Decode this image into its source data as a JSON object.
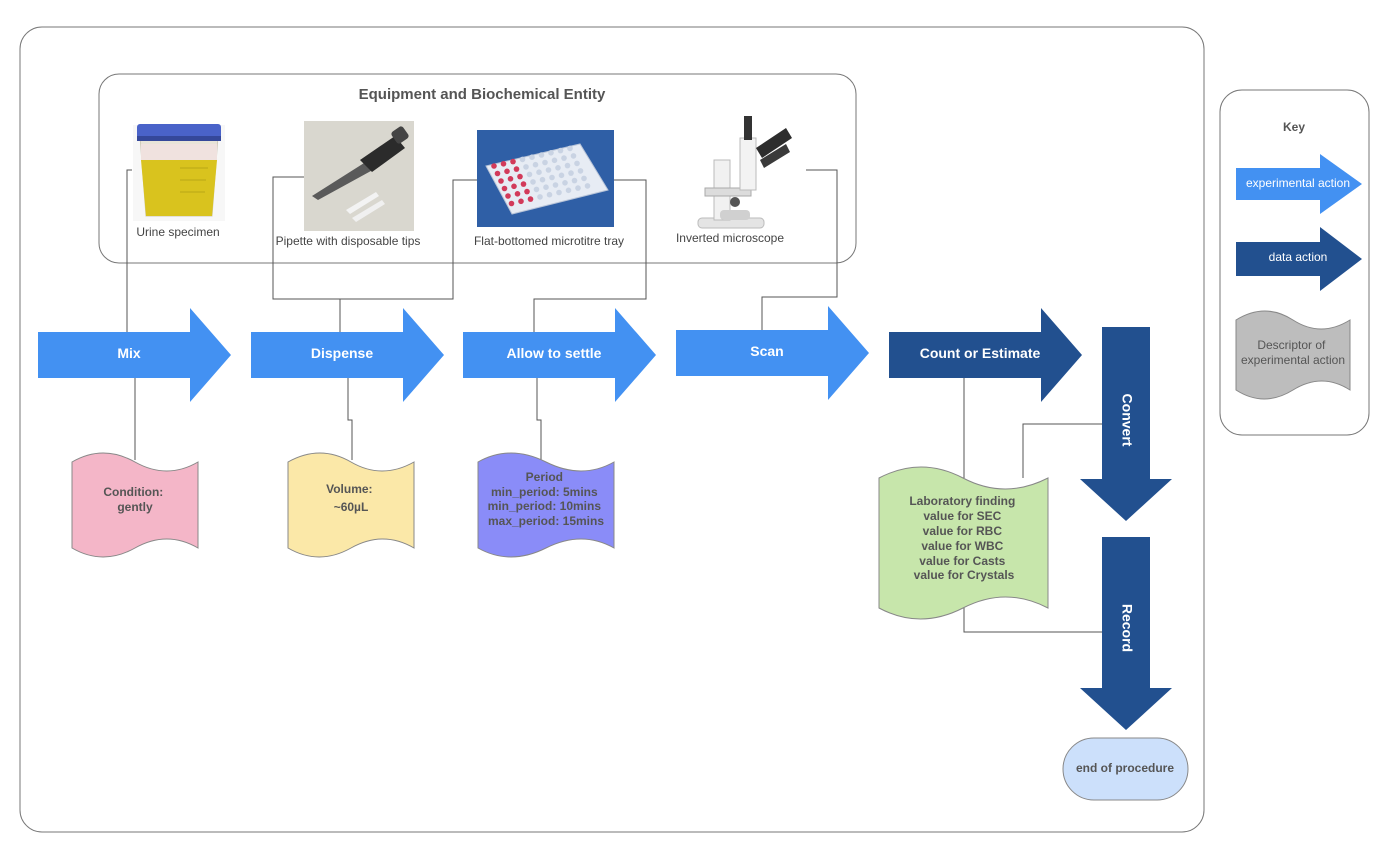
{
  "equipment_panel": {
    "title": "Equipment and Biochemical Entity",
    "items": [
      {
        "label": "Urine specimen",
        "icon": "urine-cup-icon"
      },
      {
        "label": "Pipette with disposable tips",
        "icon": "pipette-icon"
      },
      {
        "label": "Flat-bottomed microtitre tray",
        "icon": "microtitre-tray-icon"
      },
      {
        "label": "Inverted microscope",
        "icon": "microscope-icon"
      }
    ]
  },
  "steps": [
    {
      "label": "Mix"
    },
    {
      "label": "Dispense"
    },
    {
      "label": "Allow to settle"
    },
    {
      "label": "Scan"
    },
    {
      "label": "Count or Estimate"
    },
    {
      "label": "Convert"
    },
    {
      "label": "Record"
    }
  ],
  "descriptors": [
    {
      "lines": [
        "Condition:",
        "gently"
      ],
      "color": "#f4b6c8"
    },
    {
      "lines": [
        "Volume:",
        "~60µL"
      ],
      "color": "#fbe8a8"
    },
    {
      "lines": [
        "Period",
        "min_period: 5mins",
        "min_period: 10mins",
        "max_period: 15mins"
      ],
      "color": "#8a8cf8"
    },
    {
      "lines": [
        "Laboratory finding",
        "value for SEC",
        "value for RBC",
        "value for WBC",
        "value for Casts",
        "value for Crystals"
      ],
      "color": "#c7e6ab"
    }
  ],
  "end_node": {
    "label": "end of procedure",
    "color": "#cce0fb"
  },
  "key": {
    "title": "Key",
    "items": [
      {
        "label": "experimental action",
        "color": "#4391f2"
      },
      {
        "label": "data action",
        "color": "#22508f"
      },
      {
        "label": "Descriptor of experimental action",
        "lines": [
          "Descriptor of",
          "experimental action"
        ],
        "color": "#bdbdbd"
      }
    ]
  },
  "colors": {
    "experimental_action": "#4391f2",
    "data_action": "#22508f",
    "descriptor": "#bdbdbd",
    "connector": "#555555",
    "frame_border": "#777777"
  }
}
